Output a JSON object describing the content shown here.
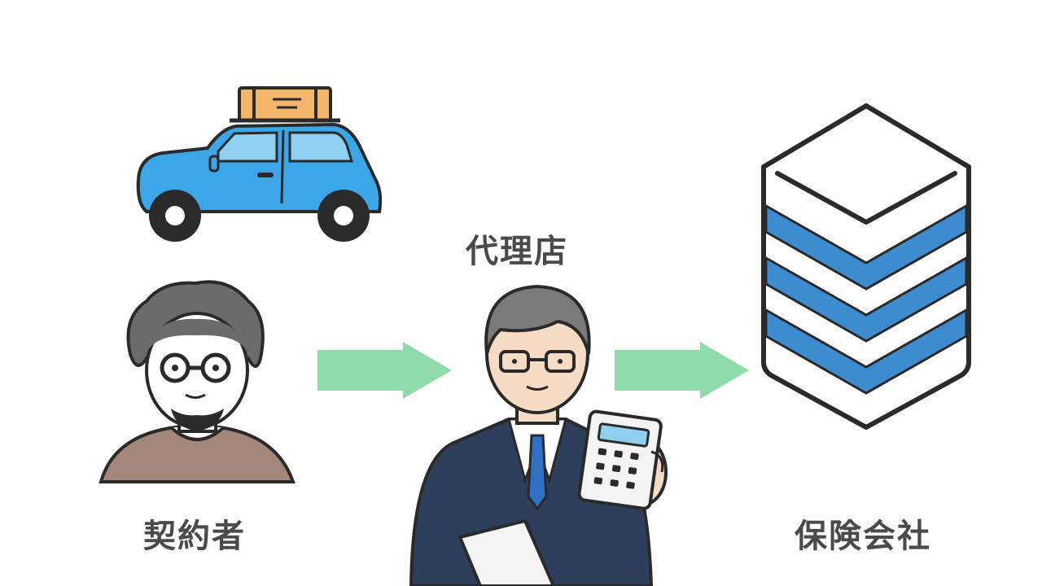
{
  "labels": {
    "contractor": "契約者",
    "agency": "代理店",
    "insurer": "保険会社"
  },
  "icons": {
    "car": "car-with-roof-luggage-icon",
    "contractor": "bearded-man-glasses-icon",
    "agency": "businessman-calculator-icon",
    "insurer": "stacked-layers-icon",
    "arrow": "right-arrow-icon"
  },
  "colors": {
    "arrow": "#8edcaa",
    "car": "#3ba6e8",
    "insurer_stripe": "#3d8ccf",
    "suit": "#2e3f5c",
    "tie": "#2f6fc4",
    "sweater": "#a3877a",
    "luggage": "#f3b56c",
    "label_text": "#4a4a4a"
  }
}
